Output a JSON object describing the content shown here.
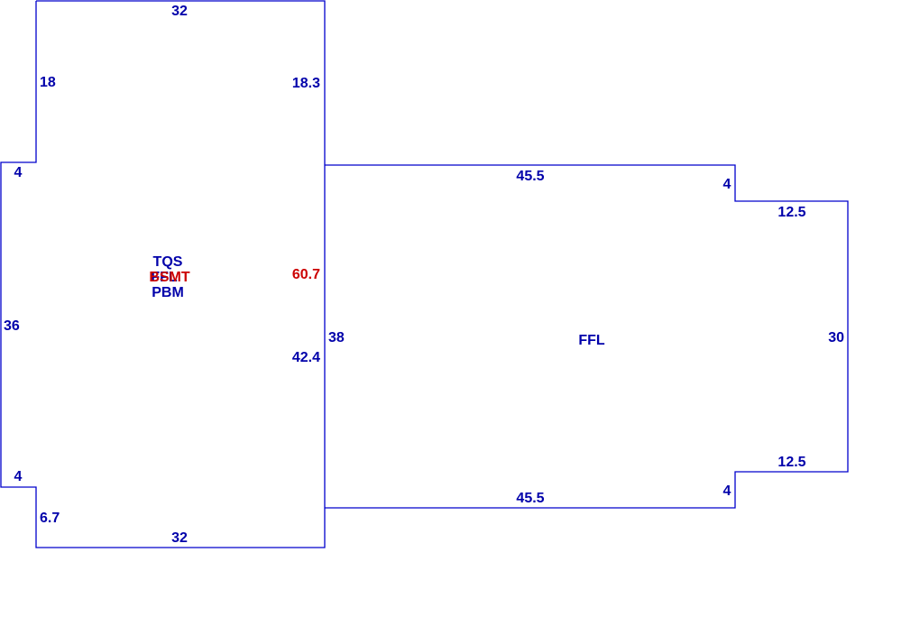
{
  "colors": {
    "outline": "#0000cc",
    "label": "#0000aa",
    "highlight": "#cc0000"
  },
  "left_structure": {
    "dimensions": {
      "top": "32",
      "left_upper": "18",
      "right_upper": "18.3",
      "notch_top": "4",
      "left_middle": "36",
      "right_highlight": "60.7",
      "right_lower": "42.4",
      "notch_bottom": "4",
      "left_lower": "6.7",
      "bottom": "32"
    },
    "area_labels": {
      "top": "TQS",
      "overlap_a": "FFL",
      "overlap_b": "BSMT",
      "bottom": "PBM"
    }
  },
  "right_structure": {
    "dimensions": {
      "top": "45.5",
      "step_top": "4",
      "upper_right": "12.5",
      "left_side": "38",
      "right_side": "30",
      "lower_right": "12.5",
      "step_bottom": "4",
      "bottom": "45.5"
    },
    "area_label": "FFL"
  }
}
